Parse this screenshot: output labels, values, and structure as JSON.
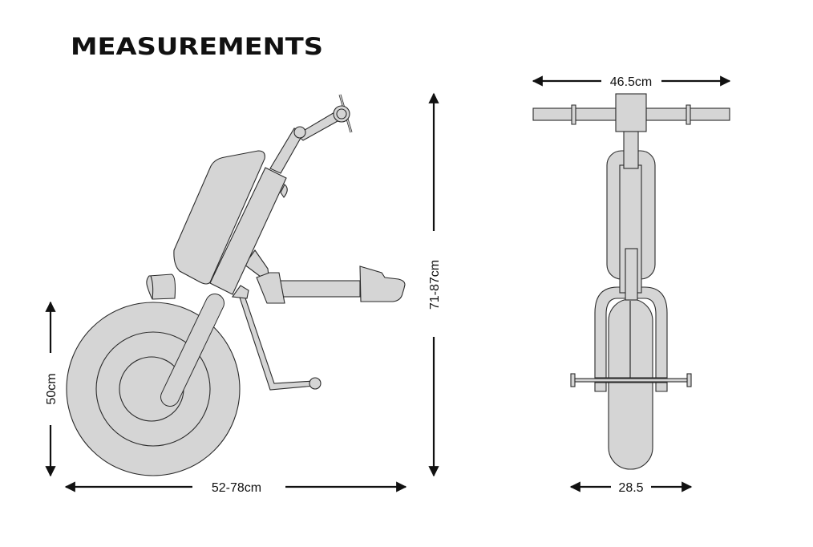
{
  "title": "MEASUREMENTS",
  "side_view": {
    "wheel_height_label": "50cm",
    "length_label": "52-78cm",
    "height_label": "71-87cm"
  },
  "front_view": {
    "handlebar_width_label": "46.5cm",
    "wheel_width_label": "28.5"
  },
  "colors": {
    "part_fill": "#d5d5d5",
    "outline": "#2a2a2a",
    "text": "#111111"
  }
}
